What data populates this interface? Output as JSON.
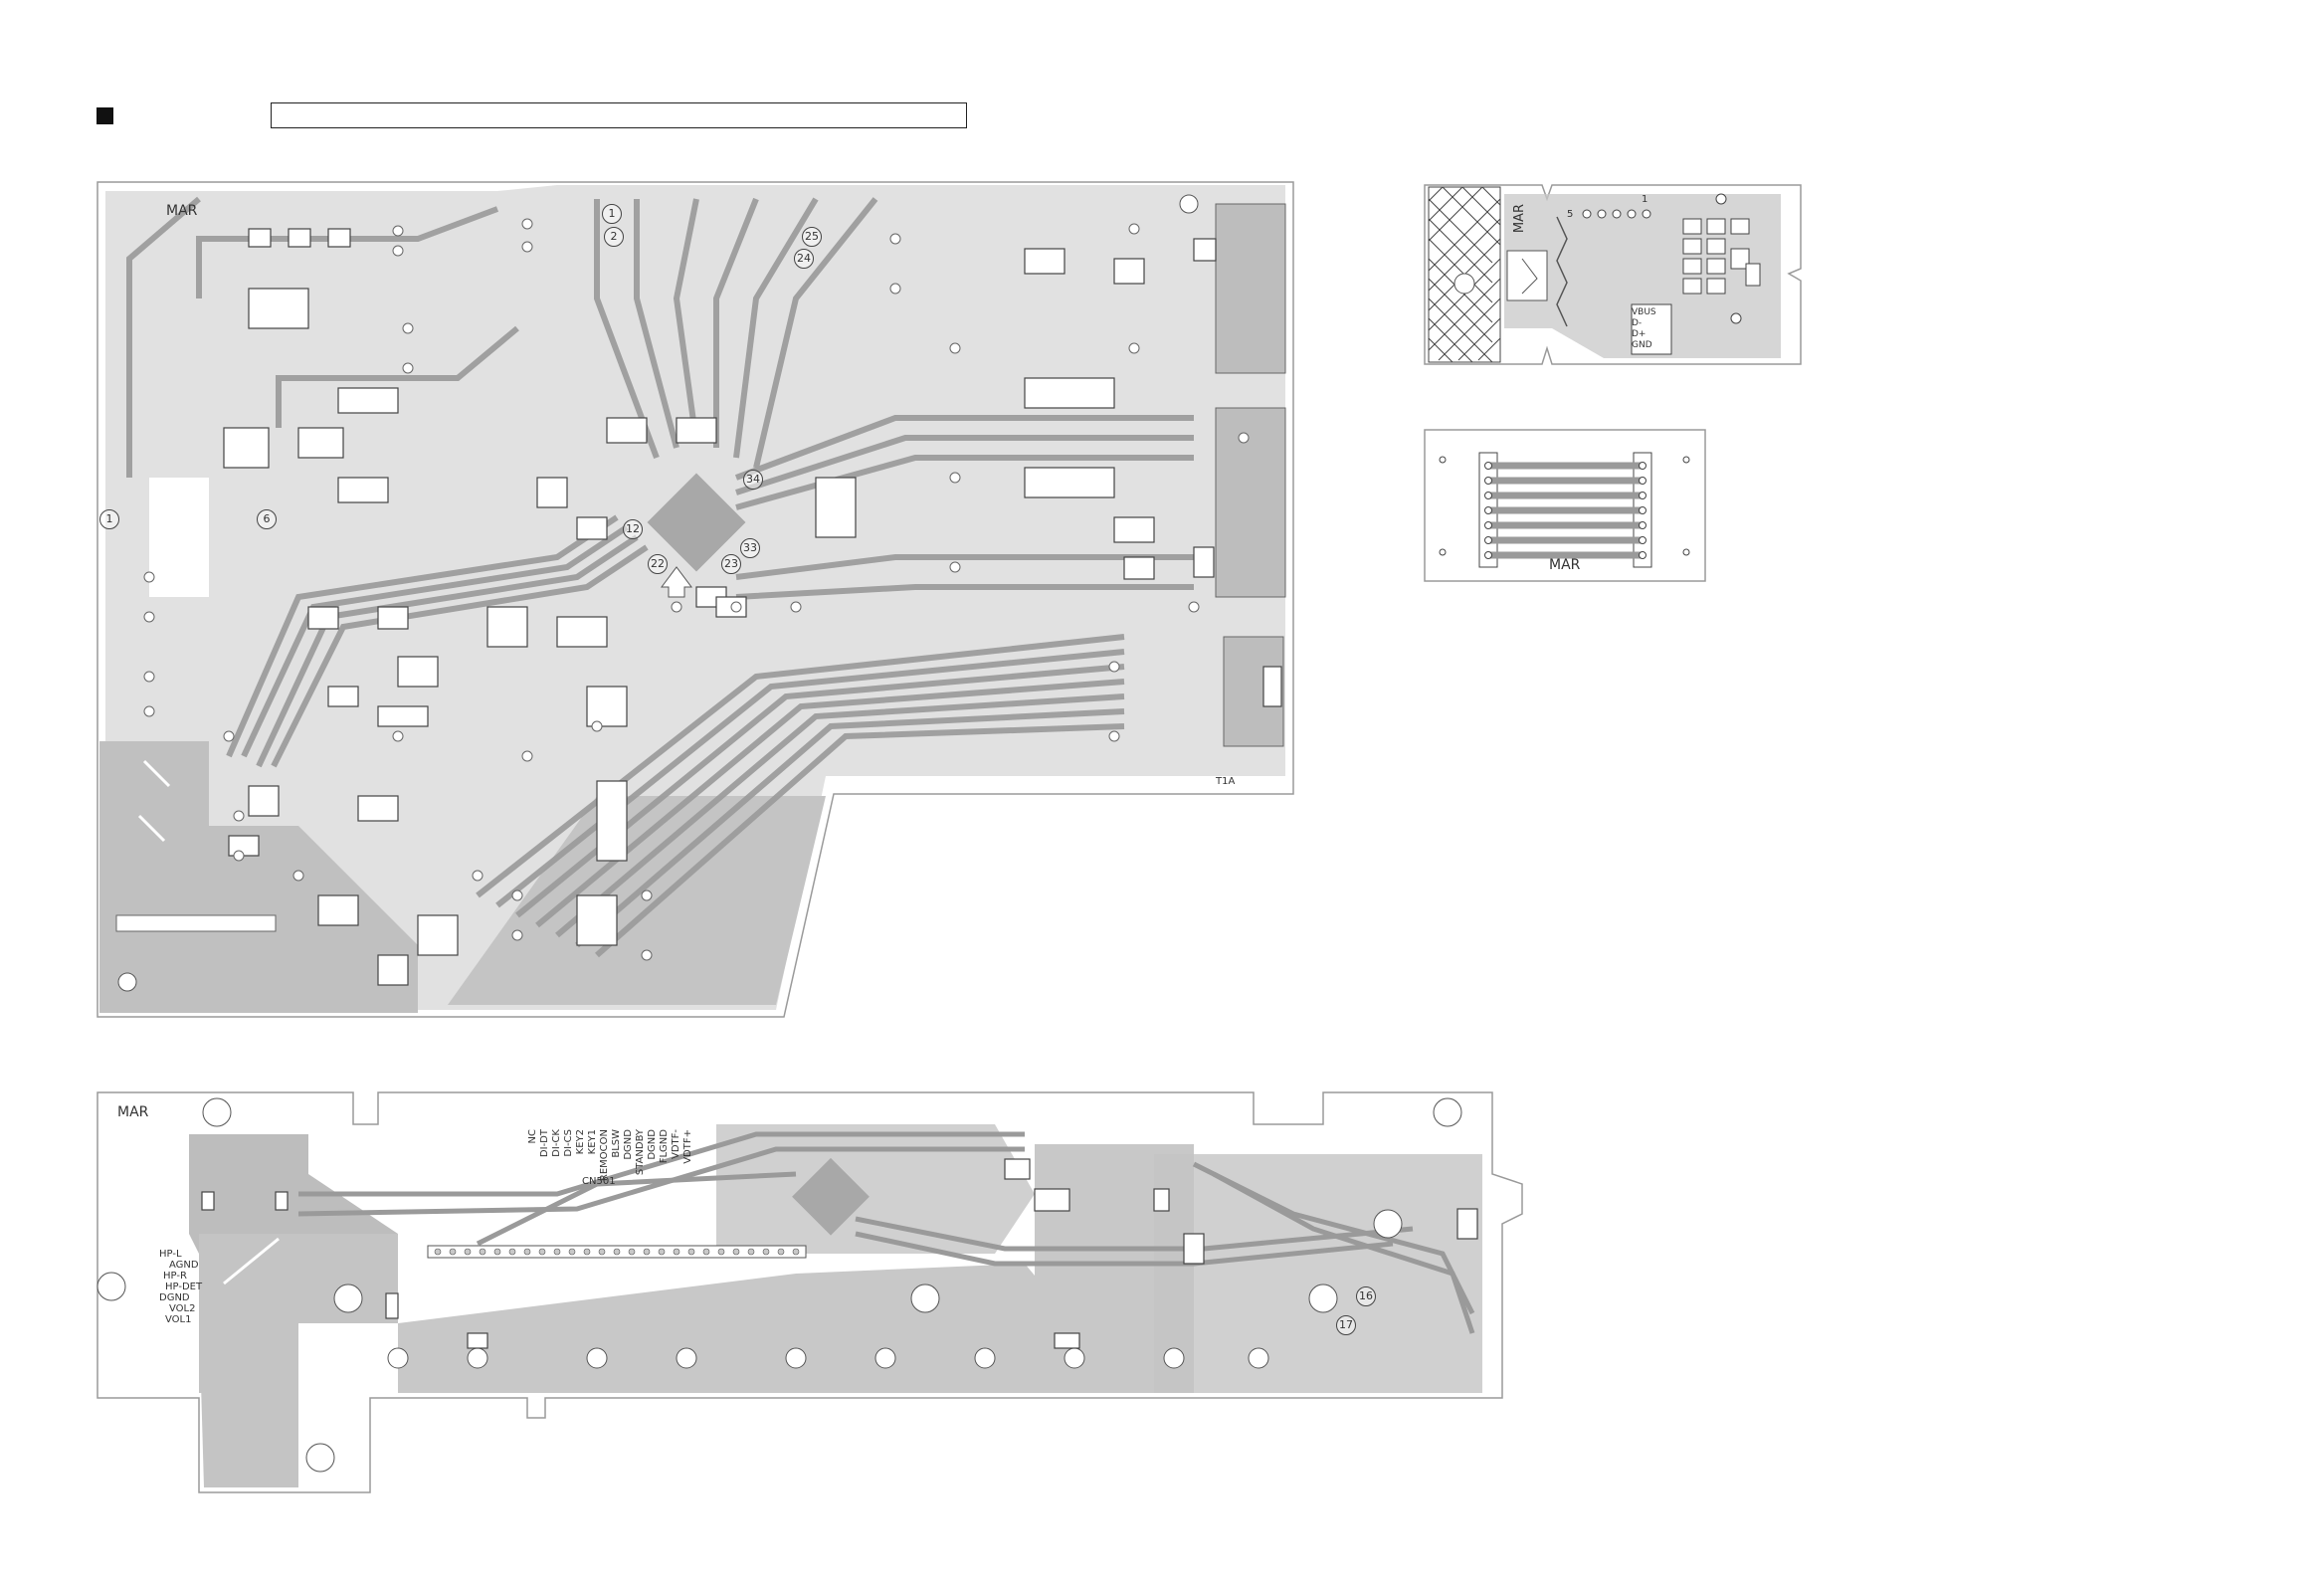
{
  "header": {
    "title": ""
  },
  "colors": {
    "copper": "#c8c8c8",
    "board_outline": "#9a9a9a",
    "pad": "#ffffff",
    "trace_dark": "#8e8e8e"
  },
  "main_board": {
    "marker_label": "MAR",
    "corner_label": "T1A",
    "pin_numbers": [
      "1",
      "2",
      "25",
      "24",
      "12",
      "23",
      "22",
      "33",
      "34",
      "6",
      "1"
    ]
  },
  "usb_board": {
    "marker_label": "MAR",
    "signals": [
      "VBUS",
      "D-",
      "D+",
      "GND"
    ],
    "pin_labels": [
      "5",
      "1"
    ]
  },
  "connector_board": {
    "marker_label": "MAR"
  },
  "front_board": {
    "marker_label": "MAR",
    "connector_label": "CN501",
    "left_signals": [
      "HP-L",
      "AGND",
      "HP-R",
      "HP-DET",
      "DGND",
      "VOL2",
      "VOL1"
    ],
    "right_signals": [
      "NC",
      "DI-DT",
      "DI-CK",
      "DI-CS",
      "KEY2",
      "KEY1",
      "REMOCON",
      "BLSW",
      "DGND",
      "STANDBY",
      "DGND",
      "FLGND",
      "VDTF-",
      "VDTF+"
    ],
    "pin_numbers": [
      "16",
      "17"
    ]
  }
}
